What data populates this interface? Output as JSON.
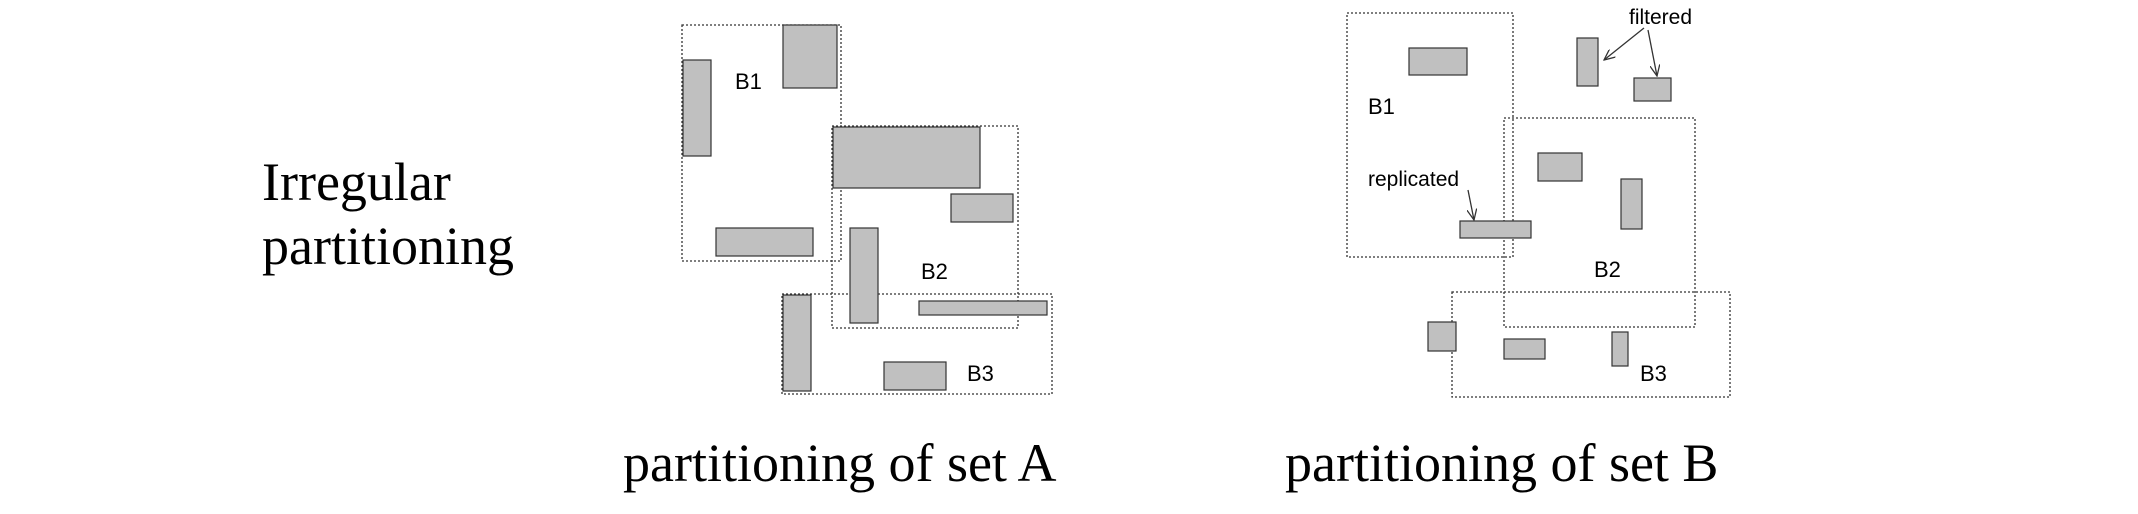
{
  "left_heading": {
    "line1": "Irregular",
    "line2": "partitioning"
  },
  "set_a": {
    "caption": "partitioning of set A",
    "partitions": {
      "b1": "B1",
      "b2": "B2",
      "b3": "B3"
    }
  },
  "set_b": {
    "caption": "partitioning of set B",
    "partitions": {
      "b1": "B1",
      "b2": "B2",
      "b3": "B3"
    },
    "annotations": {
      "filtered": "filtered",
      "replicated": "replicated"
    }
  },
  "colors": {
    "object_fill": "#c0c0c0",
    "stroke": "#333333"
  }
}
